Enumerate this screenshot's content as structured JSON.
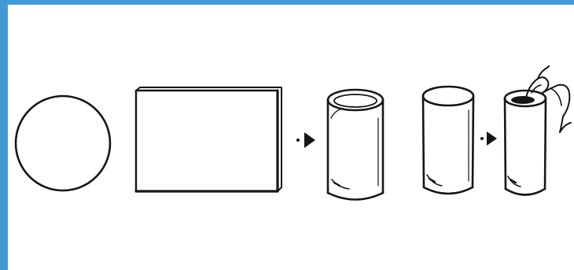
{
  "colors": {
    "frame_accent": "#3f9bd6",
    "ink": "#161616",
    "background": "#ffffff"
  },
  "diagram": {
    "shapes": [
      {
        "kind": "circle",
        "icon": "circle-outline"
      },
      {
        "kind": "rectangle",
        "icon": "rectangle-sheet"
      },
      {
        "kind": "arrow",
        "icon": "arrow-right-icon"
      },
      {
        "kind": "cylinder",
        "icon": "open-tube"
      },
      {
        "kind": "cylinder",
        "icon": "closed-tube"
      },
      {
        "kind": "arrow",
        "icon": "arrow-right-icon"
      },
      {
        "kind": "cylinder",
        "icon": "tube-with-hand"
      }
    ]
  }
}
